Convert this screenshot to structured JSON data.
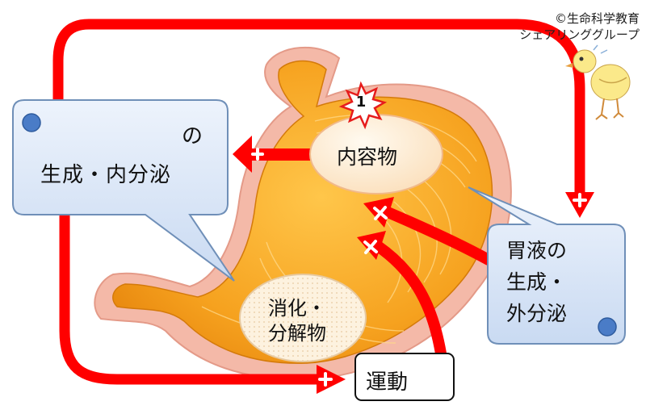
{
  "copyright": {
    "line1": "©生命科学教育",
    "line2": "シェアリンググループ"
  },
  "box_left": {
    "line1": "の",
    "line2": "生成・内分泌"
  },
  "stomach": {
    "contents_label": "内容物",
    "digest_line1": "消化・",
    "digest_line2": "分解物",
    "badge_label": "1"
  },
  "box_right": {
    "line1": "胃液の",
    "line2": "生成・",
    "line3": "外分泌"
  },
  "exercise_label": "運動",
  "colors": {
    "arrow": "#ff0000",
    "stomach_fill": "#f6a21f",
    "callout_fill": "#dce8f8",
    "callout_border": "#6f8fb8",
    "dot": "#4a7cc7"
  }
}
